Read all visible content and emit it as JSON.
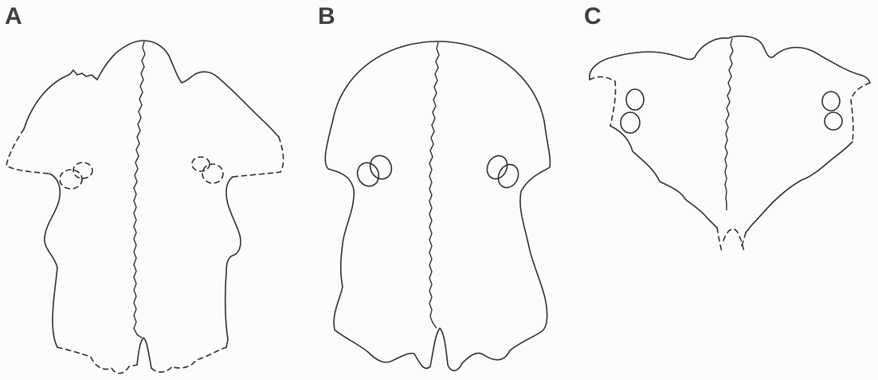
{
  "panels": [
    {
      "label": "A"
    },
    {
      "label": "B"
    },
    {
      "label": "C"
    }
  ],
  "colors": {
    "line": "#2e2e2e",
    "label": "#3f3f3f",
    "background": "#fbfbf9"
  }
}
